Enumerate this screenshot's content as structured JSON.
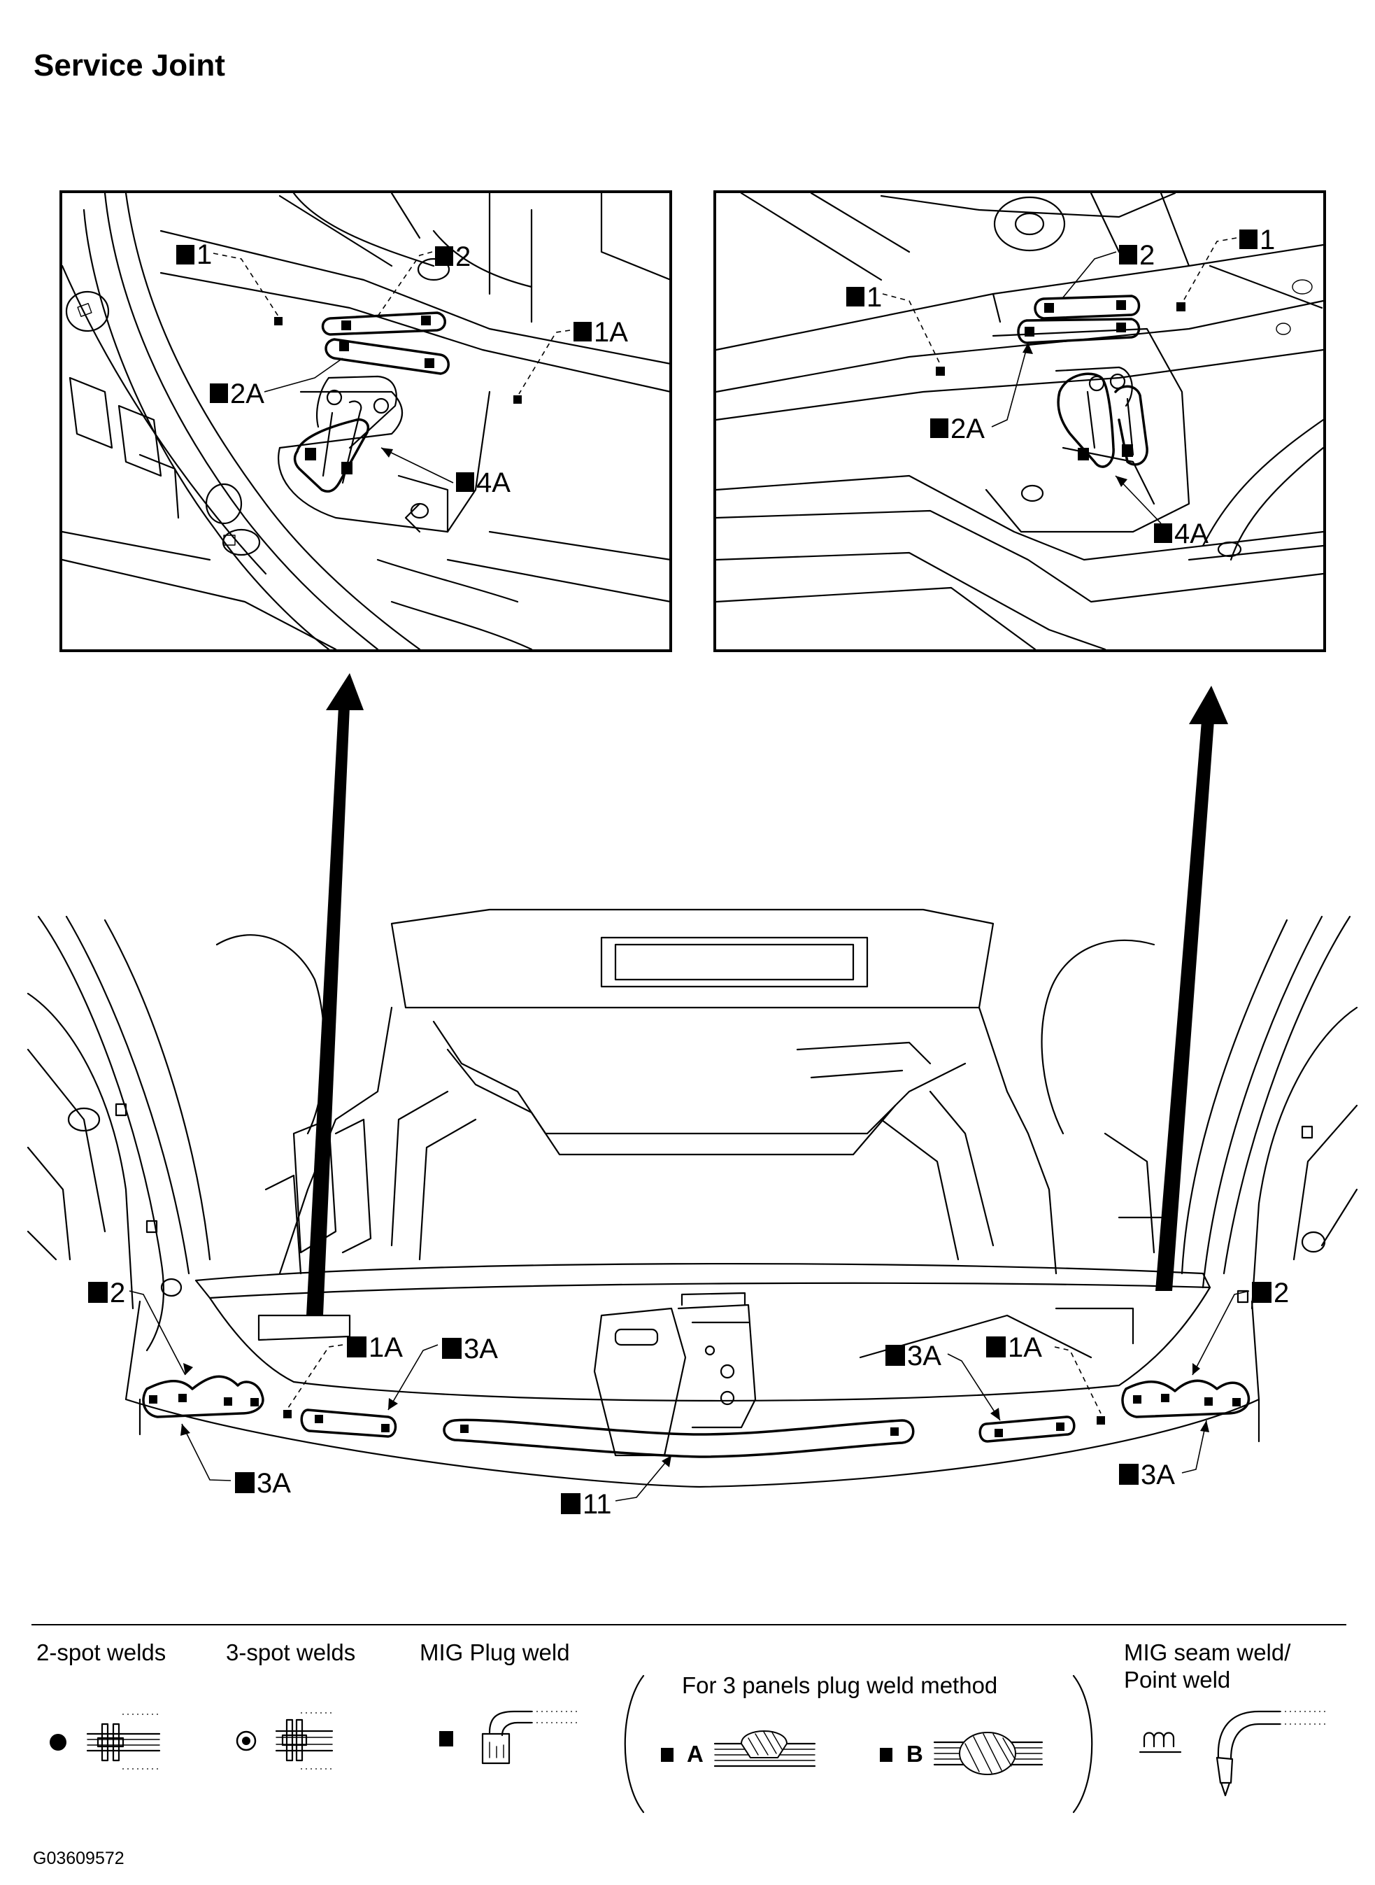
{
  "title": "Service Joint",
  "figure_id": "G03609572",
  "left_detail": {
    "callouts": {
      "c1": "1",
      "c2": "2",
      "c1a": "1A",
      "c2a": "2A",
      "c4a": "4A"
    }
  },
  "right_detail": {
    "callouts": {
      "c1a": "1",
      "c1b": "1",
      "c2": "2",
      "c2a": "2A",
      "c4a": "4A"
    }
  },
  "main": {
    "callouts": {
      "left2": "2",
      "left1a": "1A",
      "left3a_top": "3A",
      "left3a_bottom": "3A",
      "right3a_top": "3A",
      "right1a": "1A",
      "right2": "2",
      "right3a_bottom": "3A",
      "c11": "11"
    }
  },
  "legend": {
    "two_spot": "2-spot welds",
    "three_spot": "3-spot welds",
    "mig_plug": "MIG Plug weld",
    "three_panel": "For 3 panels plug weld method",
    "method_a": "A",
    "method_b": "B",
    "mig_seam_line1": "MIG seam weld/",
    "mig_seam_line2": "Point weld"
  }
}
